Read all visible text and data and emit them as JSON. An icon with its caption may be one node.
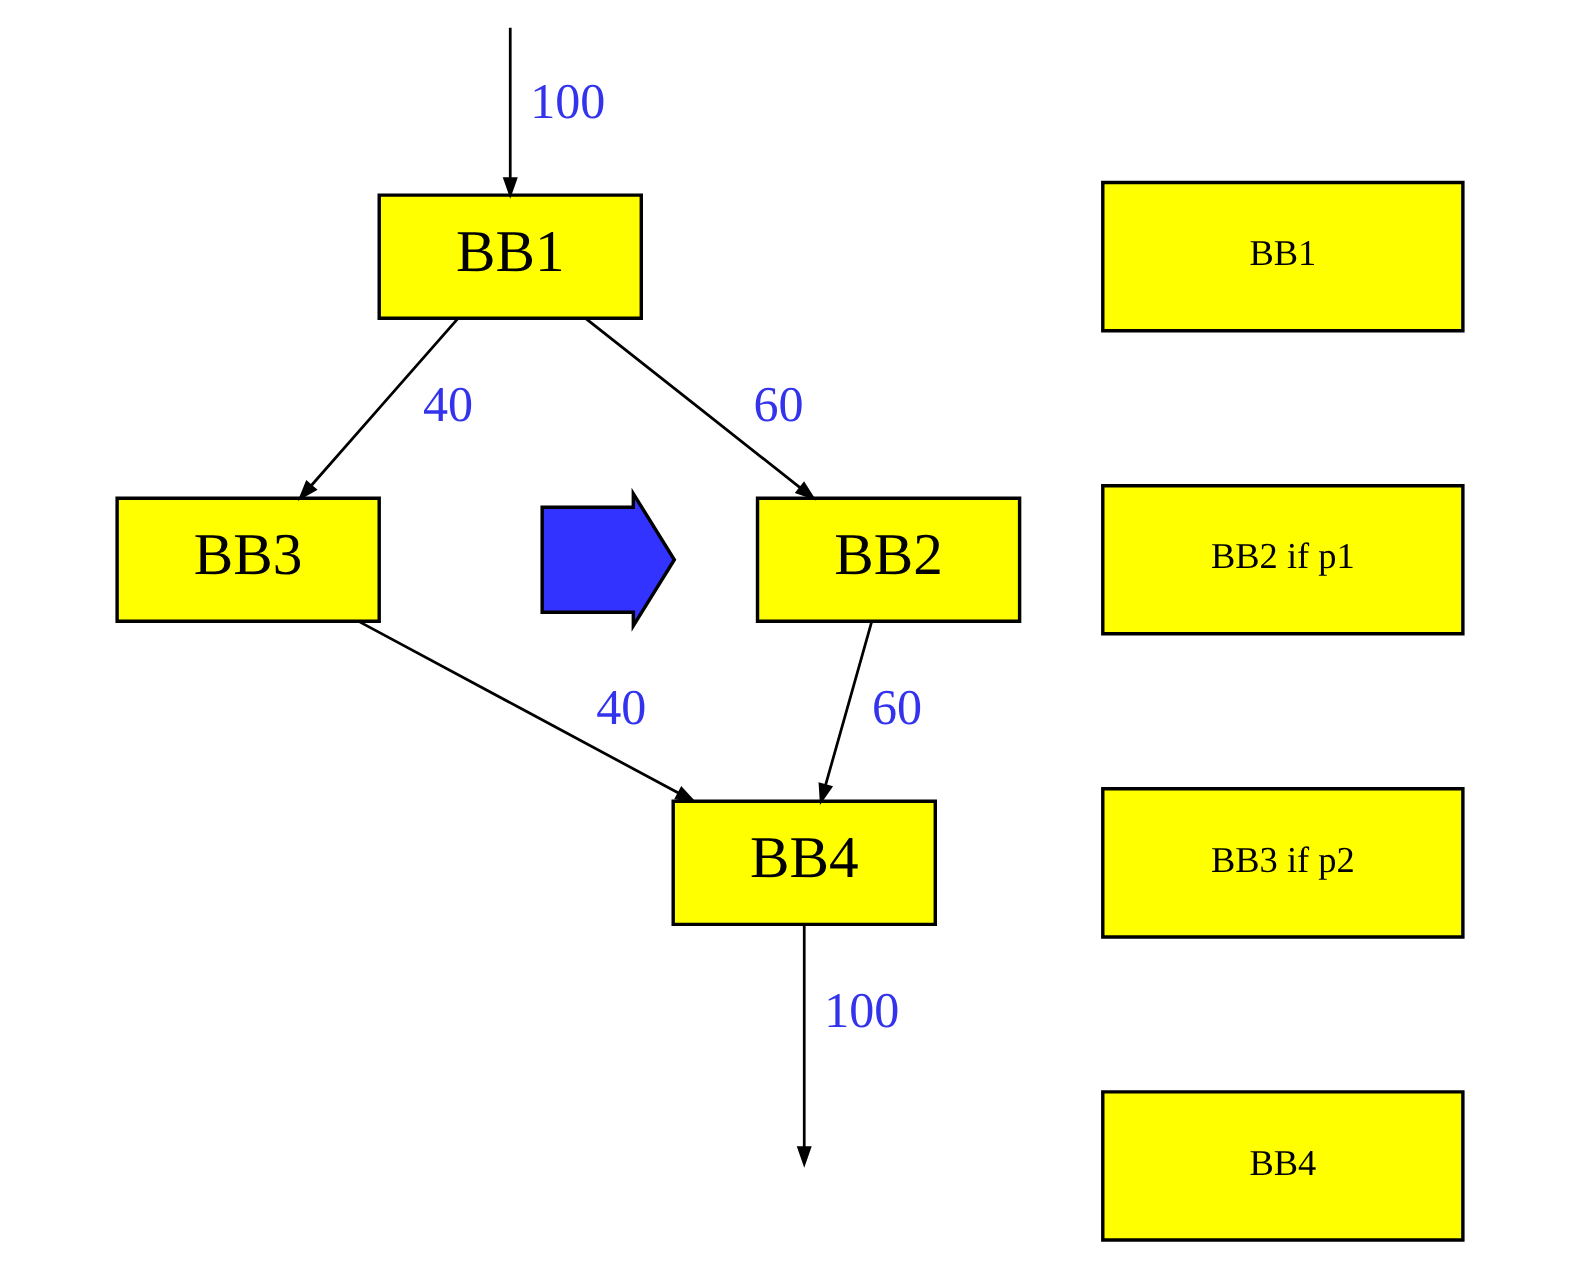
{
  "diagram": {
    "nodes": [
      {
        "text": [
          "BB1"
        ]
      },
      {
        "text": [
          "BB2"
        ]
      },
      {
        "text": [
          "BB3"
        ]
      },
      {
        "text": [
          "BB4"
        ]
      },
      {
        "text": [],
        "shape": "arrow"
      },
      {
        "text": [
          "BB1"
        ]
      },
      {
        "text": [
          "BB2 if p1"
        ]
      },
      {
        "text": [
          "BB3 if p2"
        ]
      },
      {
        "text": [
          "BB4"
        ]
      }
    ],
    "edges": [
      {
        "from": null,
        "to": 0,
        "arrow": "to",
        "label": "100"
      },
      {
        "from": 0,
        "to": 1,
        "arrow": "to",
        "label": "60"
      },
      {
        "from": 0,
        "to": 2,
        "arrow": "to",
        "label": "40"
      },
      {
        "from": 1,
        "to": 3,
        "arrow": "to",
        "label": "60"
      },
      {
        "from": 2,
        "to": 3,
        "arrow": "to",
        "label": "40"
      },
      {
        "from": 3,
        "to": null,
        "arrow": "to",
        "label": "100"
      }
    ]
  }
}
